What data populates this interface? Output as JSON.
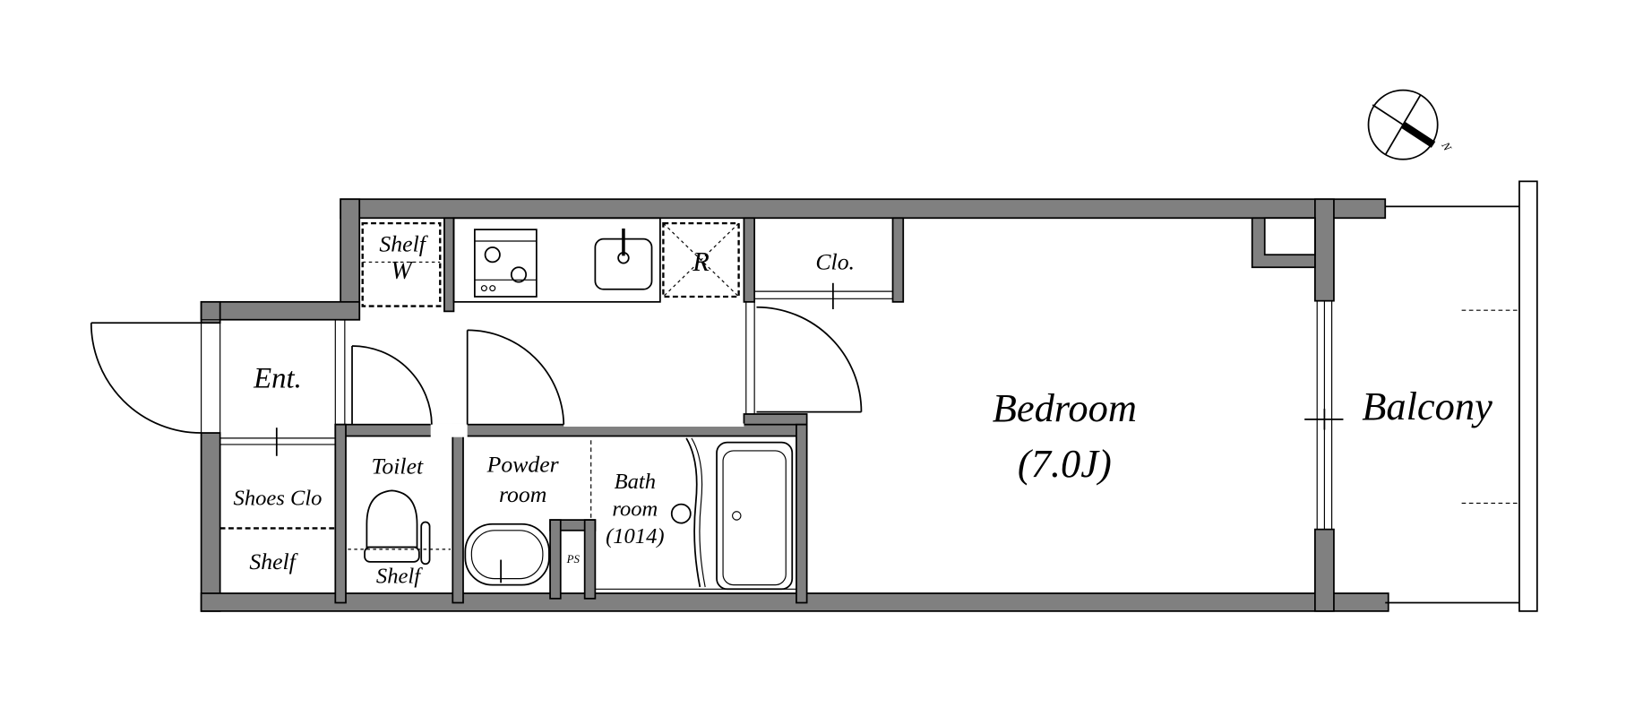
{
  "rooms": {
    "entrance": "Ent.",
    "shoes_closet": "Shoes Clo",
    "shoes_shelf": "Shelf",
    "toilet": "Toilet",
    "toilet_shelf": "Shelf",
    "powder_room_1": "Powder",
    "powder_room_2": "room",
    "bath_1": "Bath",
    "bath_2": "room",
    "bath_3": "(1014)",
    "ps": "PS",
    "kitchen_shelf": "Shelf",
    "washer": "W",
    "fridge": "R",
    "closet": "Clo.",
    "bedroom": "Bedroom",
    "bedroom_size": "(7.0J)",
    "balcony": "Balcony"
  },
  "compass": {
    "label": "N"
  },
  "colors": {
    "wall": "#808080"
  }
}
